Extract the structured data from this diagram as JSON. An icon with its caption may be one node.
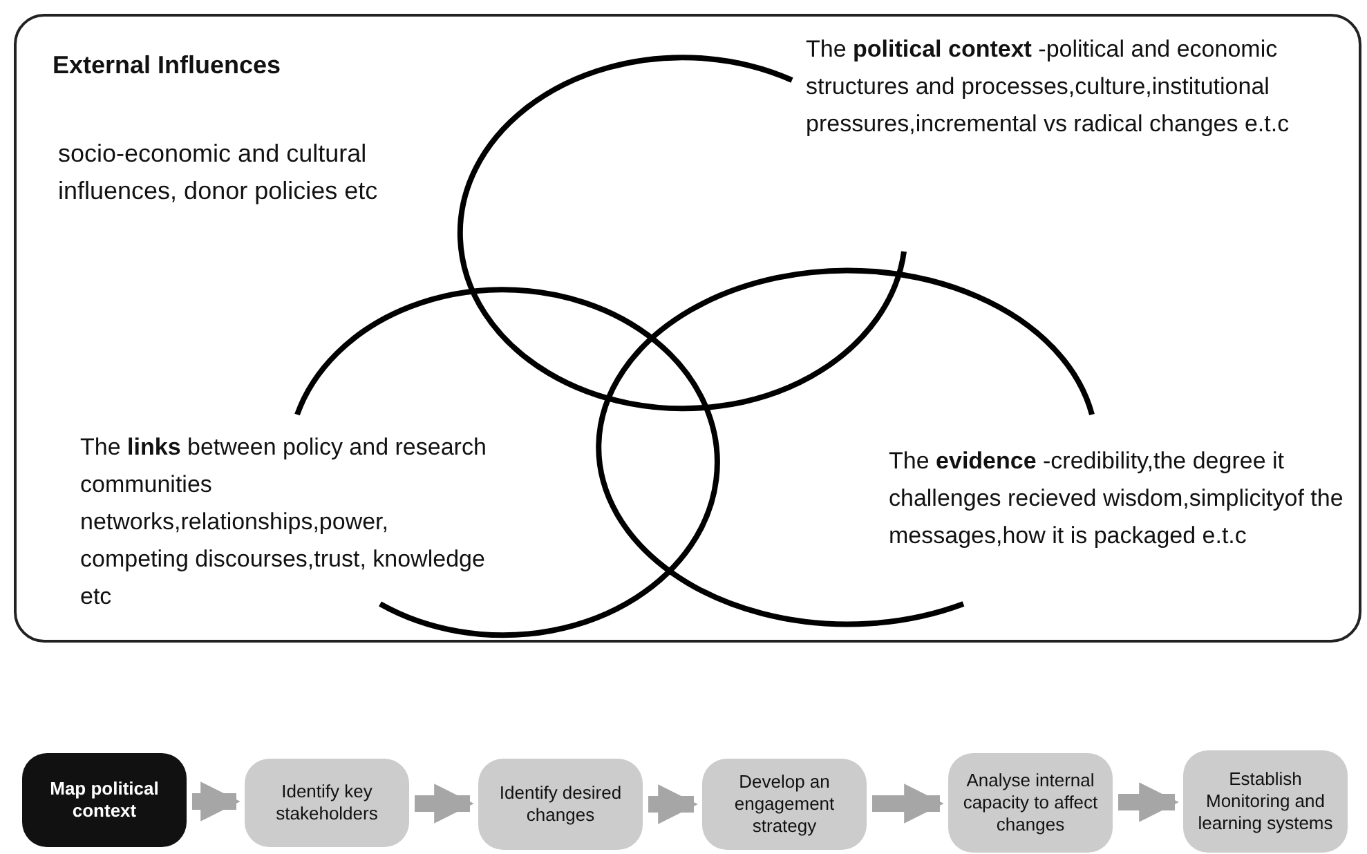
{
  "diagram": {
    "nodes": [
      {
        "text": [
          "External Influences",
          "socio-economic and cultural influences, donor policies etc"
        ]
      },
      {
        "text": [
          "Map political context"
        ]
      },
      {
        "text": [
          "Identify key stakeholders"
        ]
      },
      {
        "text": [
          "Identify desired changes"
        ]
      },
      {
        "text": [
          "Develop an engagement strategy"
        ]
      },
      {
        "text": [
          "Analyse internal capacity to affect changes"
        ]
      },
      {
        "text": [
          "Establish Monitoring and learning systems"
        ]
      }
    ],
    "edges": [
      {
        "from": 1,
        "to": 2,
        "arrow": "to"
      },
      {
        "from": 2,
        "to": 3,
        "arrow": "to"
      },
      {
        "from": 3,
        "to": 4,
        "arrow": "to"
      },
      {
        "from": 4,
        "to": 5,
        "arrow": "to"
      },
      {
        "from": 5,
        "to": 6,
        "arrow": "to"
      }
    ],
    "labels": [
      "The **political context** -political and economic structures and processes,culture,institutional pressures,incremental vs radical changes e.t.c",
      "The **links** between policy and research communities networks,relationships,power, competing discourses,trust, knowledge etc",
      "The **evidence** -credibility,the degree it challenges recieved wisdom,simplicityof the messages,how it is packaged e.t.c"
    ]
  }
}
